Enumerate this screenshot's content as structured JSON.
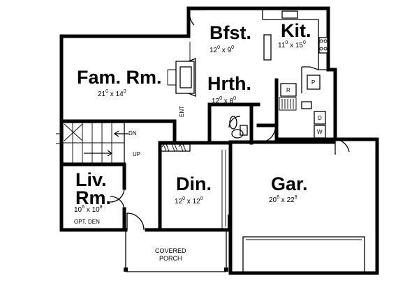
{
  "rooms": {
    "breakfast": {
      "name": "Bfst.",
      "w": "12",
      "w_in": "0",
      "h": "9",
      "h_in": "0"
    },
    "kitchen": {
      "name": "Kit.",
      "w": "11",
      "w_in": "0",
      "h": "15",
      "h_in": "0"
    },
    "family": {
      "name": "Fam. Rm.",
      "w": "21",
      "w_in": "0",
      "h": "14",
      "h_in": "0"
    },
    "hearth": {
      "name": "Hrth.",
      "w": "12",
      "w_in": "0",
      "h": "8",
      "h_in": "0"
    },
    "living": {
      "name_line1": "Liv.",
      "name_line2": "Rm.",
      "w": "10",
      "w_in": "6",
      "h": "10",
      "h_in": "8",
      "note": "OPT. DEN"
    },
    "dining": {
      "name": "Din.",
      "w": "12",
      "w_in": "0",
      "h": "12",
      "h_in": "0"
    },
    "garage": {
      "name": "Gar.",
      "w": "20",
      "w_in": "8",
      "h": "22",
      "h_in": "8"
    }
  },
  "labels": {
    "covered_line1": "COVERED",
    "covered_line2": "PORCH",
    "entry": "ENT",
    "down": "DN",
    "up": "UP",
    "refrigerator": "R",
    "pantry": "P",
    "dryer": "D",
    "washer": "W"
  }
}
